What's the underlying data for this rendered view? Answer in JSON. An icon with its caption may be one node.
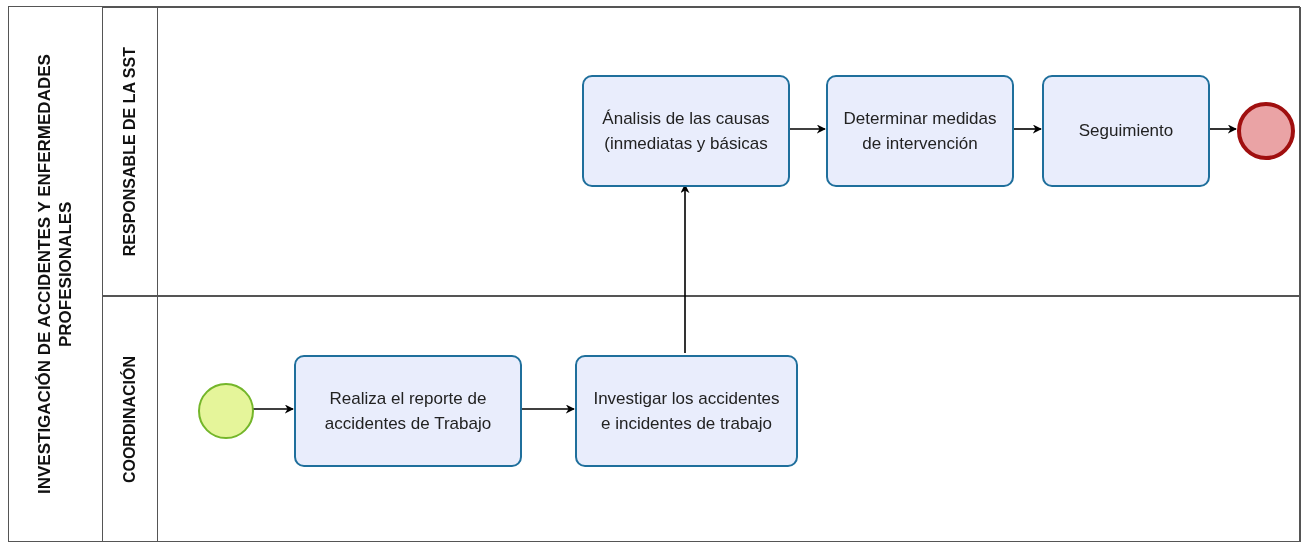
{
  "diagram": {
    "nodes": [
      {
        "text": [
          "INVESTIGACIÓN DE ACCIDENTES Y ENFERMEDADES PROFESIONALES"
        ]
      },
      {
        "text": [
          "RESPONSABLE DE LA SST"
        ],
        "in": 0
      },
      {
        "text": [
          "COORDINACIÓN"
        ],
        "in": 0
      },
      {
        "text": [],
        "shape": "circle",
        "in": 2
      },
      {
        "text": [
          "Realiza el reporte de accidentes de Trabajo"
        ],
        "in": 2
      },
      {
        "text": [
          "Investigar los accidentes e incidentes de trabajo"
        ],
        "in": 2
      },
      {
        "text": [
          "Ánalisis de las causas (inmediatas y básicas"
        ],
        "in": 1
      },
      {
        "text": [
          "Determinar medidas de intervención"
        ],
        "in": 1
      },
      {
        "text": [
          "Seguimiento"
        ],
        "in": 1
      },
      {
        "text": [],
        "shape": "circle",
        "in": 1
      }
    ],
    "edges": [
      {
        "from": 3,
        "to": 4,
        "arrow": "to"
      },
      {
        "from": 4,
        "to": 5,
        "arrow": "to"
      },
      {
        "from": 5,
        "to": 6,
        "arrow": "to"
      },
      {
        "from": 6,
        "to": 7,
        "arrow": "to"
      },
      {
        "from": 7,
        "to": 8,
        "arrow": "to"
      },
      {
        "from": 8,
        "to": 9,
        "arrow": "to"
      }
    ]
  }
}
